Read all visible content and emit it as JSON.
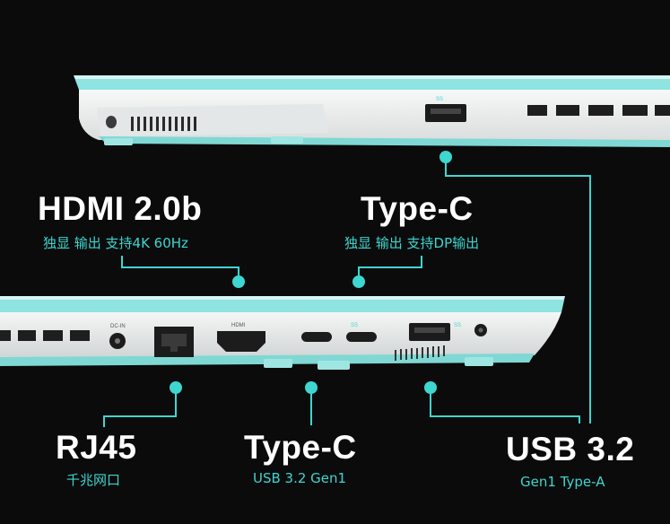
{
  "labels": {
    "hdmi": {
      "title": "HDMI 2.0b",
      "subtitle": "独显 输出 支持4K 60Hz"
    },
    "typec_top": {
      "title": "Type-C",
      "subtitle": "独显 输出 支持DP输出"
    },
    "rj45": {
      "title": "RJ45",
      "subtitle": "千兆网口"
    },
    "typec_bottom": {
      "title": "Type-C",
      "subtitle": "USB 3.2 Gen1"
    },
    "usb32": {
      "title": "USB 3.2",
      "subtitle": "Gen1 Type-A"
    }
  },
  "port_markings": {
    "dcin": "DC-IN",
    "hdmi": "HDMI",
    "ss": "SS"
  },
  "colors": {
    "background": "#0b0b0b",
    "accent": "#3dd6d0",
    "chassis": "#eef1f1",
    "trim": "#8fe3e0"
  }
}
